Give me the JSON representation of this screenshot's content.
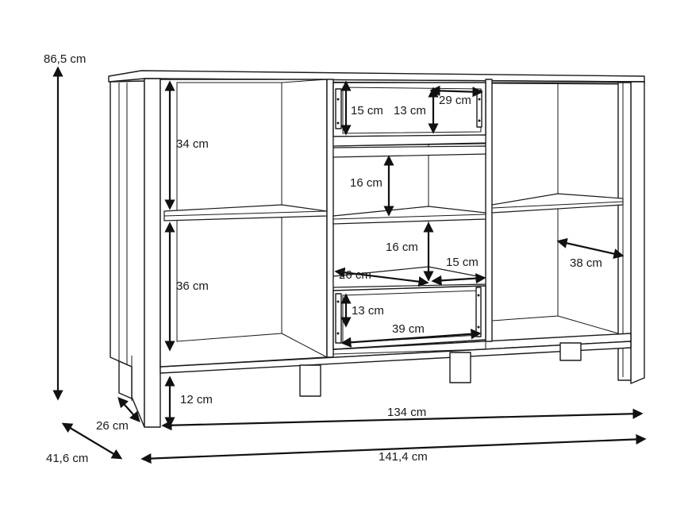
{
  "dimensions": {
    "height_total": "86,5 cm",
    "depth_body": "26 cm",
    "depth_total": "41,6 cm",
    "width_body": "134 cm",
    "width_total": "141,4 cm",
    "left_upper_shelf": "34 cm",
    "left_lower_shelf": "36 cm",
    "leg_height": "12 cm",
    "top_drawer_height_outer": "15 cm",
    "top_drawer_height_inner": "13 cm",
    "top_drawer_width": "29 cm",
    "middle_shelf_upper": "16 cm",
    "middle_shelf_lower": "16 cm",
    "middle_shelf_depth_a": "26 cm",
    "middle_shelf_depth_b": "15 cm",
    "bottom_drawer_height": "13 cm",
    "bottom_drawer_width": "39 cm",
    "right_shelf_depth": "38 cm"
  },
  "colors": {
    "line": "#1a1a1a",
    "background": "#ffffff"
  }
}
